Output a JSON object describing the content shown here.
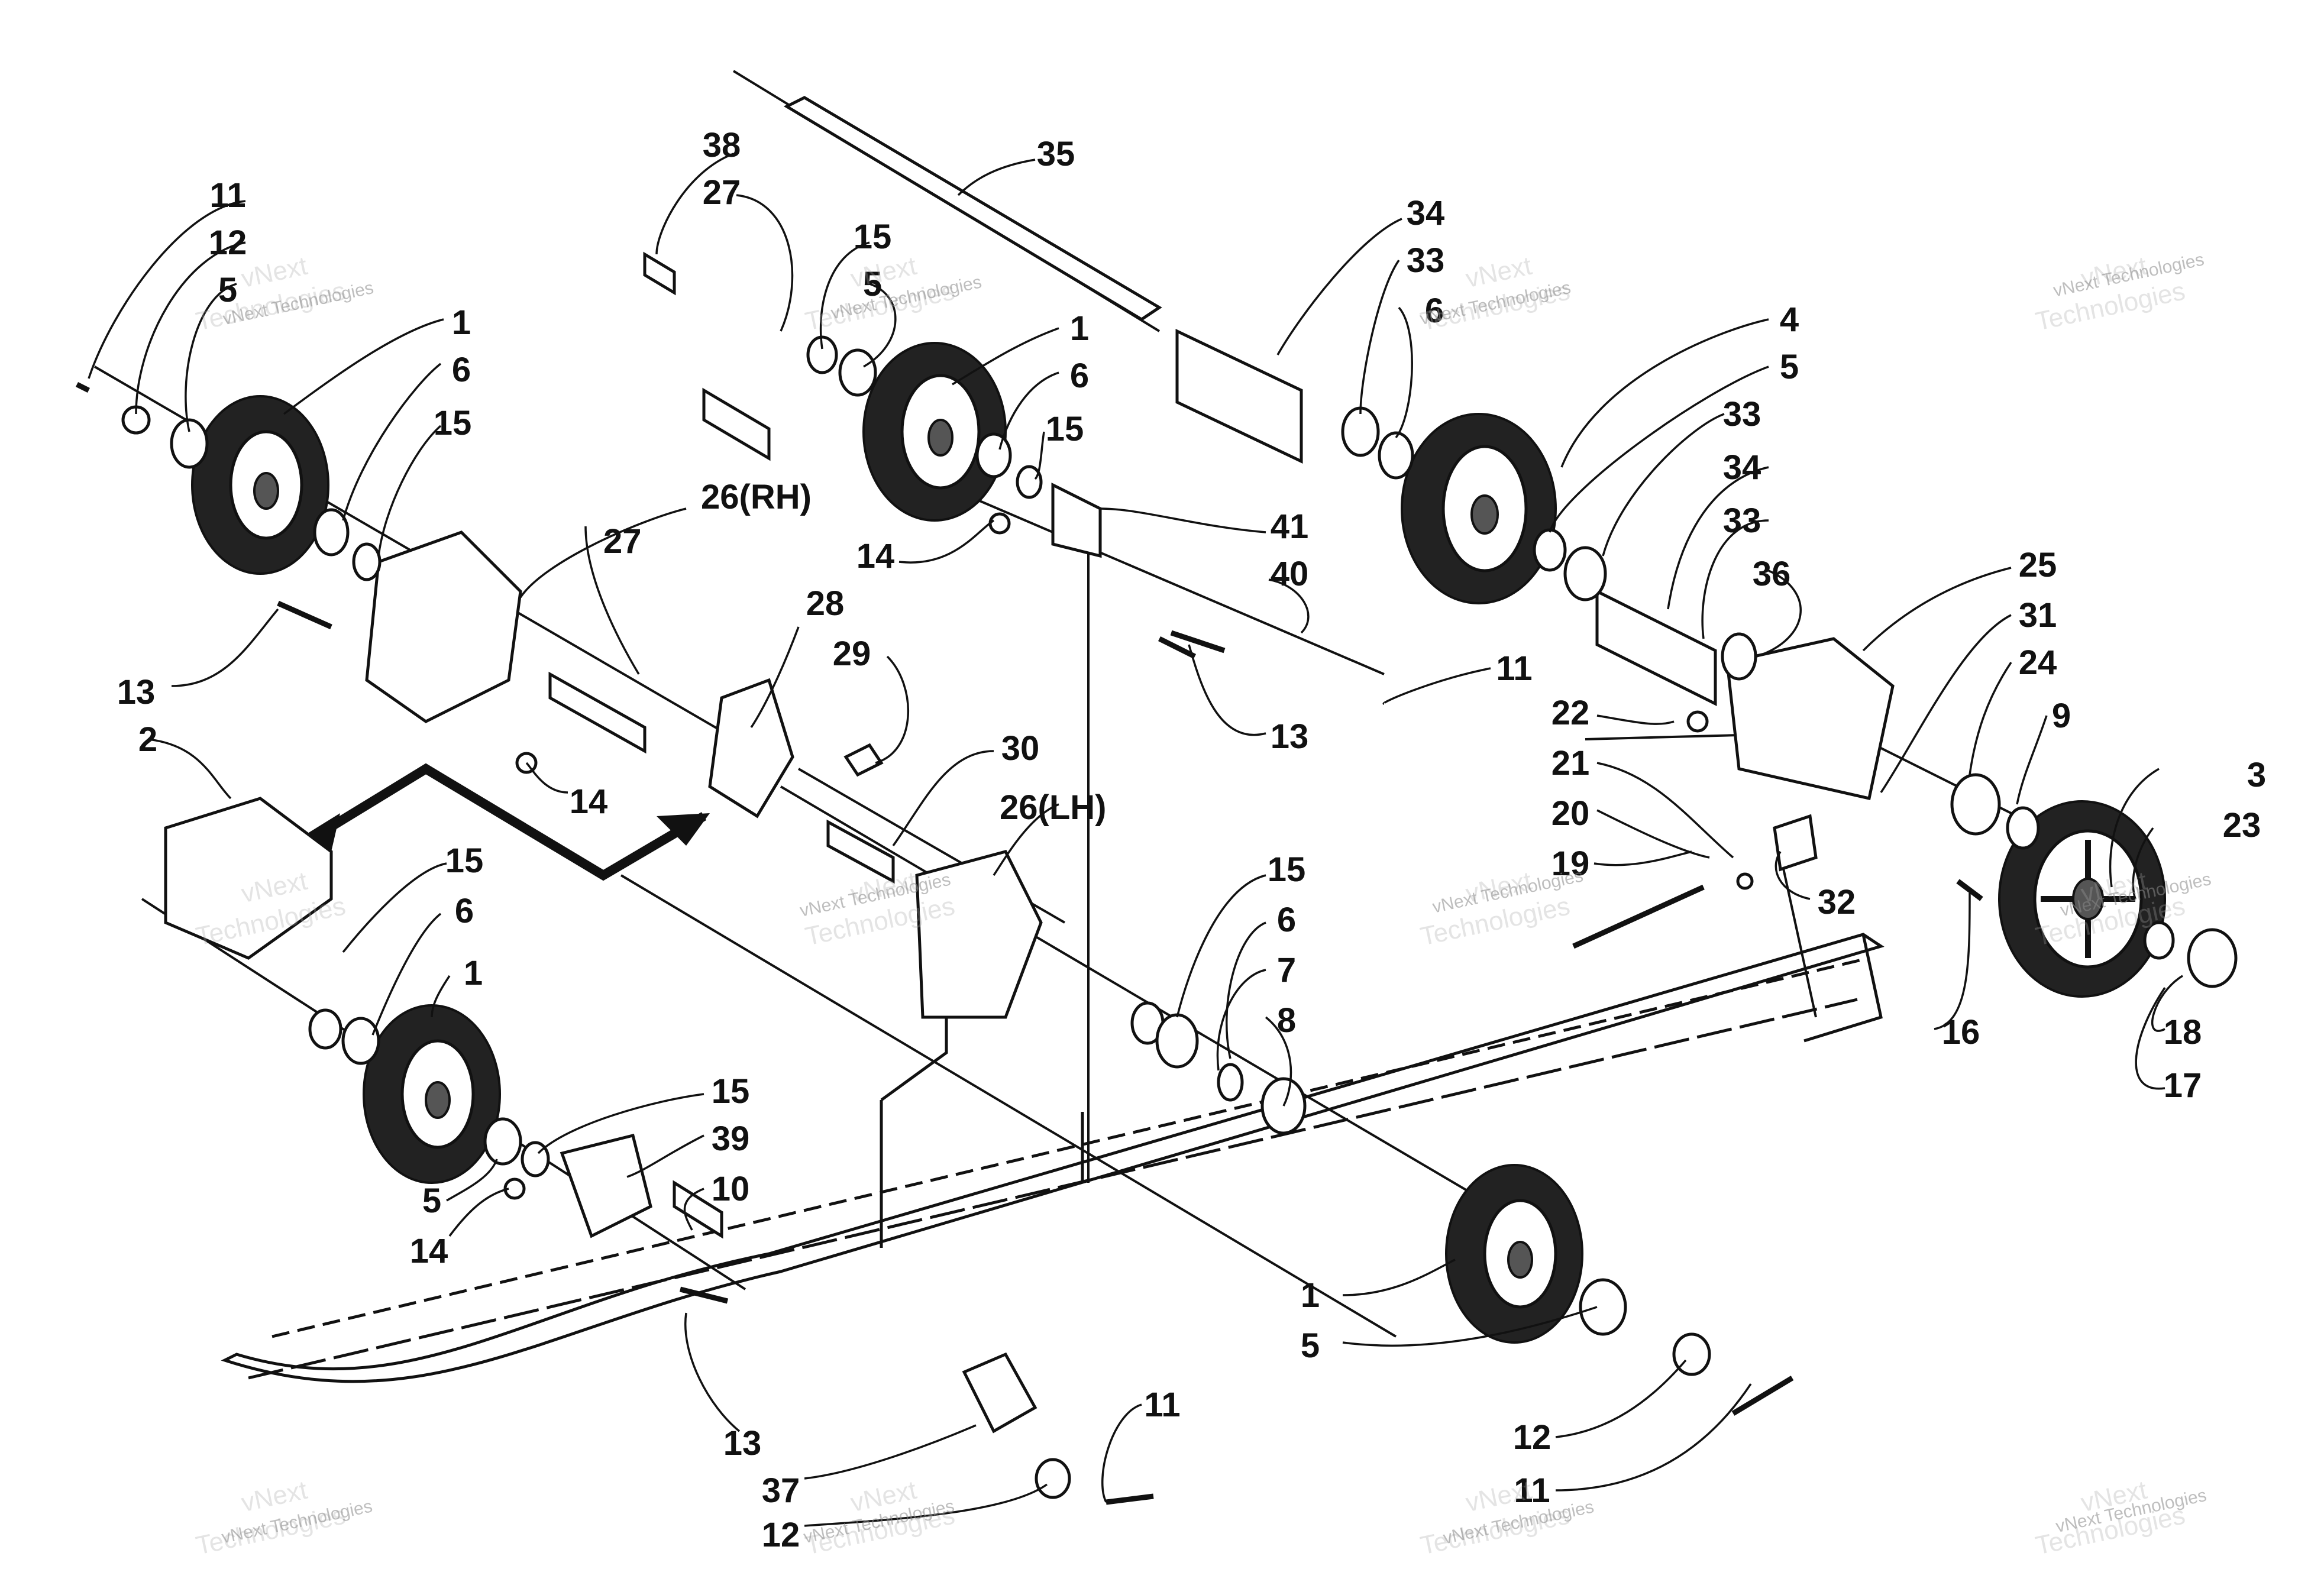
{
  "callouts": [
    {
      "id": "c1",
      "label": "11"
    },
    {
      "id": "c2",
      "label": "12"
    },
    {
      "id": "c3",
      "label": "5"
    },
    {
      "id": "c4",
      "label": "1"
    },
    {
      "id": "c5",
      "label": "6"
    },
    {
      "id": "c6",
      "label": "15"
    },
    {
      "id": "c7",
      "label": "26(RH)"
    },
    {
      "id": "c8",
      "label": "27"
    },
    {
      "id": "c9",
      "label": "13"
    },
    {
      "id": "c10",
      "label": "2"
    },
    {
      "id": "c11",
      "label": "14"
    },
    {
      "id": "c12",
      "label": "38"
    },
    {
      "id": "c13",
      "label": "27"
    },
    {
      "id": "c14",
      "label": "15"
    },
    {
      "id": "c15",
      "label": "5"
    },
    {
      "id": "c16",
      "label": "1"
    },
    {
      "id": "c17",
      "label": "6"
    },
    {
      "id": "c18",
      "label": "15"
    },
    {
      "id": "c19",
      "label": "35"
    },
    {
      "id": "c20",
      "label": "14"
    },
    {
      "id": "c21",
      "label": "41"
    },
    {
      "id": "c22",
      "label": "40"
    },
    {
      "id": "c23",
      "label": "28"
    },
    {
      "id": "c24",
      "label": "29"
    },
    {
      "id": "c25",
      "label": "13"
    },
    {
      "id": "c26",
      "label": "11"
    },
    {
      "id": "c27",
      "label": "30"
    },
    {
      "id": "c28",
      "label": "26(LH)"
    },
    {
      "id": "c29",
      "label": "34"
    },
    {
      "id": "c30",
      "label": "33"
    },
    {
      "id": "c31",
      "label": "6"
    },
    {
      "id": "c32",
      "label": "4"
    },
    {
      "id": "c33",
      "label": "5"
    },
    {
      "id": "c34",
      "label": "33"
    },
    {
      "id": "c35",
      "label": "34"
    },
    {
      "id": "c36",
      "label": "33"
    },
    {
      "id": "c37",
      "label": "36"
    },
    {
      "id": "c38",
      "label": "25"
    },
    {
      "id": "c39",
      "label": "31"
    },
    {
      "id": "c40",
      "label": "24"
    },
    {
      "id": "c41",
      "label": "9"
    },
    {
      "id": "c42",
      "label": "22"
    },
    {
      "id": "c43",
      "label": "21"
    },
    {
      "id": "c44",
      "label": "20"
    },
    {
      "id": "c45",
      "label": "19"
    },
    {
      "id": "c46",
      "label": "32"
    },
    {
      "id": "c47",
      "label": "3"
    },
    {
      "id": "c48",
      "label": "23"
    },
    {
      "id": "c49",
      "label": "16"
    },
    {
      "id": "c50",
      "label": "18"
    },
    {
      "id": "c51",
      "label": "17"
    },
    {
      "id": "c52",
      "label": "15"
    },
    {
      "id": "c53",
      "label": "6"
    },
    {
      "id": "c54",
      "label": "1"
    },
    {
      "id": "c55",
      "label": "15"
    },
    {
      "id": "c56",
      "label": "39"
    },
    {
      "id": "c57",
      "label": "10"
    },
    {
      "id": "c58",
      "label": "5"
    },
    {
      "id": "c59",
      "label": "14"
    },
    {
      "id": "c60",
      "label": "13"
    },
    {
      "id": "c61",
      "label": "37"
    },
    {
      "id": "c62",
      "label": "12"
    },
    {
      "id": "c63",
      "label": "11"
    },
    {
      "id": "c64",
      "label": "15"
    },
    {
      "id": "c65",
      "label": "6"
    },
    {
      "id": "c66",
      "label": "7"
    },
    {
      "id": "c67",
      "label": "8"
    },
    {
      "id": "c68",
      "label": "1"
    },
    {
      "id": "c69",
      "label": "5"
    },
    {
      "id": "c70",
      "label": "12"
    },
    {
      "id": "c71",
      "label": "11"
    }
  ],
  "watermark": {
    "line1": "vNext",
    "line2": "Technologies",
    "full": "vNext Technologies"
  }
}
